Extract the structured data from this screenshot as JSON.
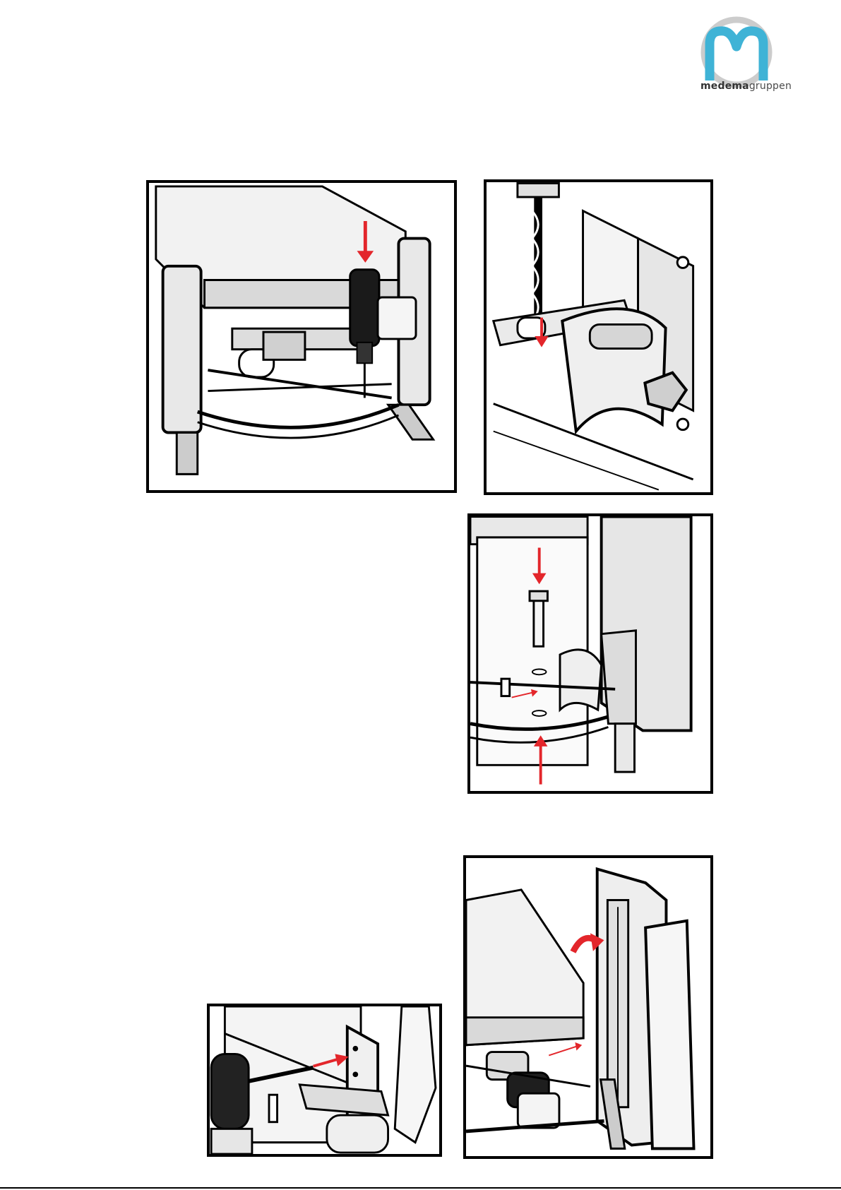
{
  "brand": {
    "name_bold": "medema",
    "name_regular": "gruppen",
    "primary_color": "#3fb3d6",
    "ring_color": "#cccccc"
  },
  "colors": {
    "arrow": "#e3262b",
    "ink": "#000000",
    "shade": "#d9d9d9",
    "shade_dark": "#9a9a9a"
  },
  "figures": [
    {
      "id": "fig-1",
      "arrow": "arrow-down",
      "subject": "drill-on-frame"
    },
    {
      "id": "fig-2",
      "arrow": "arrow-down",
      "subject": "drill-bit-bracket"
    },
    {
      "id": "fig-3",
      "arrow": "arrow-up-and-down",
      "subject": "bolt-assembly"
    },
    {
      "id": "fig-4",
      "arrow": "arrow-right",
      "subject": "drill-side-plate"
    },
    {
      "id": "fig-5",
      "arrow": "arrow-rotate",
      "subject": "side-panel-mount"
    }
  ]
}
